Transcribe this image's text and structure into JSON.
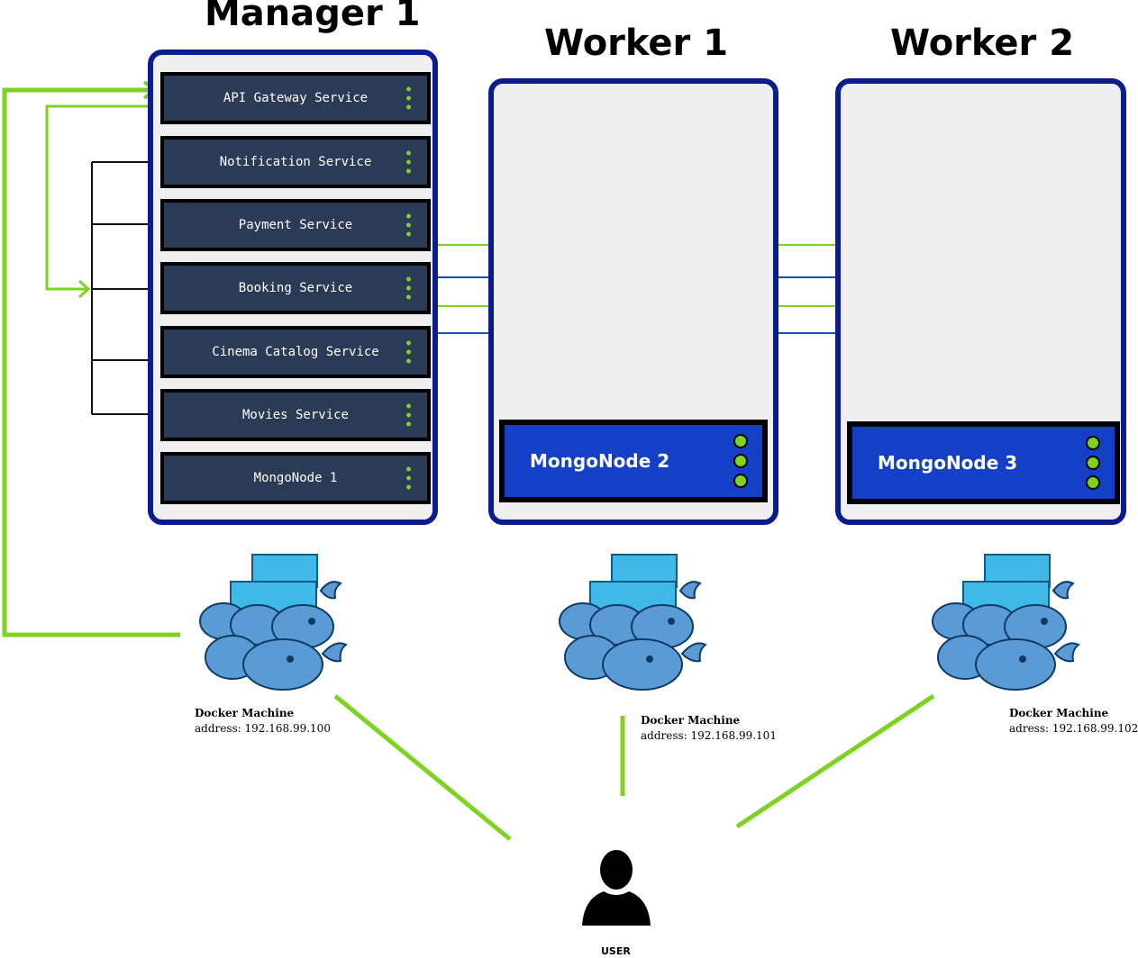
{
  "nodes": {
    "manager": {
      "title": "Manager 1"
    },
    "worker1": {
      "title": "Worker 1"
    },
    "worker2": {
      "title": "Worker 2"
    }
  },
  "manager_services": [
    "API Gateway Service",
    "Notification Service",
    "Payment Service",
    "Booking Service",
    "Cinema Catalog Service",
    "Movies Service",
    "MongoNode 1"
  ],
  "worker1_mongo": "MongoNode 2",
  "worker2_mongo": "MongoNode 3",
  "machines": [
    {
      "title": "Docker Machine",
      "address": "address: 192.168.99.100"
    },
    {
      "title": "Docker Machine",
      "address": "address: 192.168.99.101"
    },
    {
      "title": "Docker Machine",
      "address": "adress: 192.168.99.102"
    }
  ],
  "user": {
    "label": "USER"
  },
  "colors": {
    "host_border": "#0b1c8c",
    "host_fill": "#efefef",
    "service_fill": "#2b3a55",
    "mongo_fill": "#1440c8",
    "link_green": "#7ed321",
    "link_blue": "#1e4db7",
    "whale_blue": "#5b9bd5",
    "container_blue": "#3fb9e8"
  },
  "icons": {
    "machine": "docker-swarm-whale-icon",
    "user": "user-silhouette-icon"
  }
}
